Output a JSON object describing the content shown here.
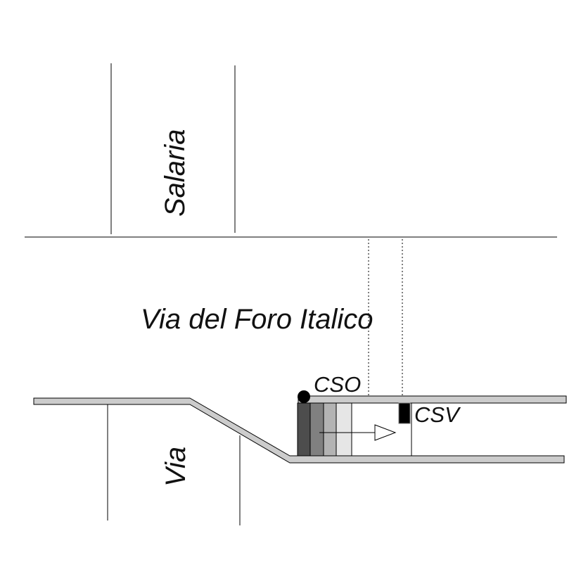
{
  "labels": {
    "street_top": "Salaria",
    "street_main": "Via del Foro Italico",
    "street_bottom": "Via",
    "marker_circle": "CSO",
    "marker_rect": "CSV"
  },
  "colors": {
    "curb": "#cccccc",
    "block_1": "#4d4d4d",
    "block_2": "#808080",
    "block_3": "#b3b3b3",
    "block_4": "#e6e6e6"
  }
}
